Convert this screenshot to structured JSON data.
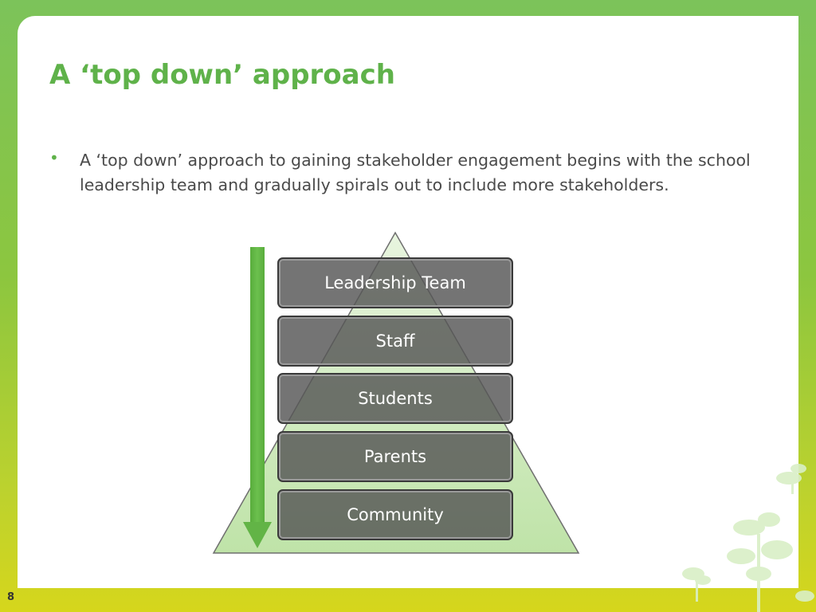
{
  "slide": {
    "title": "A ‘top down’ approach",
    "bullet": "A ‘top down’ approach to gaining stakeholder engagement begins with the school leadership team and gradually spirals out to include more stakeholders.",
    "bullet_symbol": "•",
    "slide_number": "8"
  },
  "diagram": {
    "levels": [
      {
        "label": "Leadership Team"
      },
      {
        "label": "Staff"
      },
      {
        "label": "Students"
      },
      {
        "label": "Parents"
      },
      {
        "label": "Community"
      }
    ]
  },
  "colors": {
    "accent": "#5fb24a",
    "pyramid_fill": "#c8e8b4",
    "arrow": "#62b446",
    "box_fill": "#555555"
  }
}
